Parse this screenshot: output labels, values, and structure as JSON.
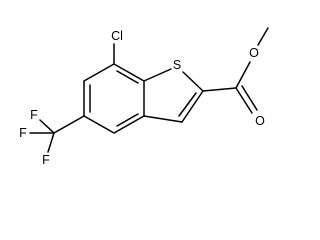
{
  "molecule": {
    "atoms": {
      "chlorine": "Cl",
      "sulfur": "S",
      "ester_oxygen_single": "O",
      "ester_oxygen_double": "O",
      "fluorine_1": "F",
      "fluorine_2": "F",
      "fluorine_3": "F"
    },
    "colors": {
      "bond": "#000000",
      "label": "#000000",
      "background": "#ffffff"
    }
  }
}
